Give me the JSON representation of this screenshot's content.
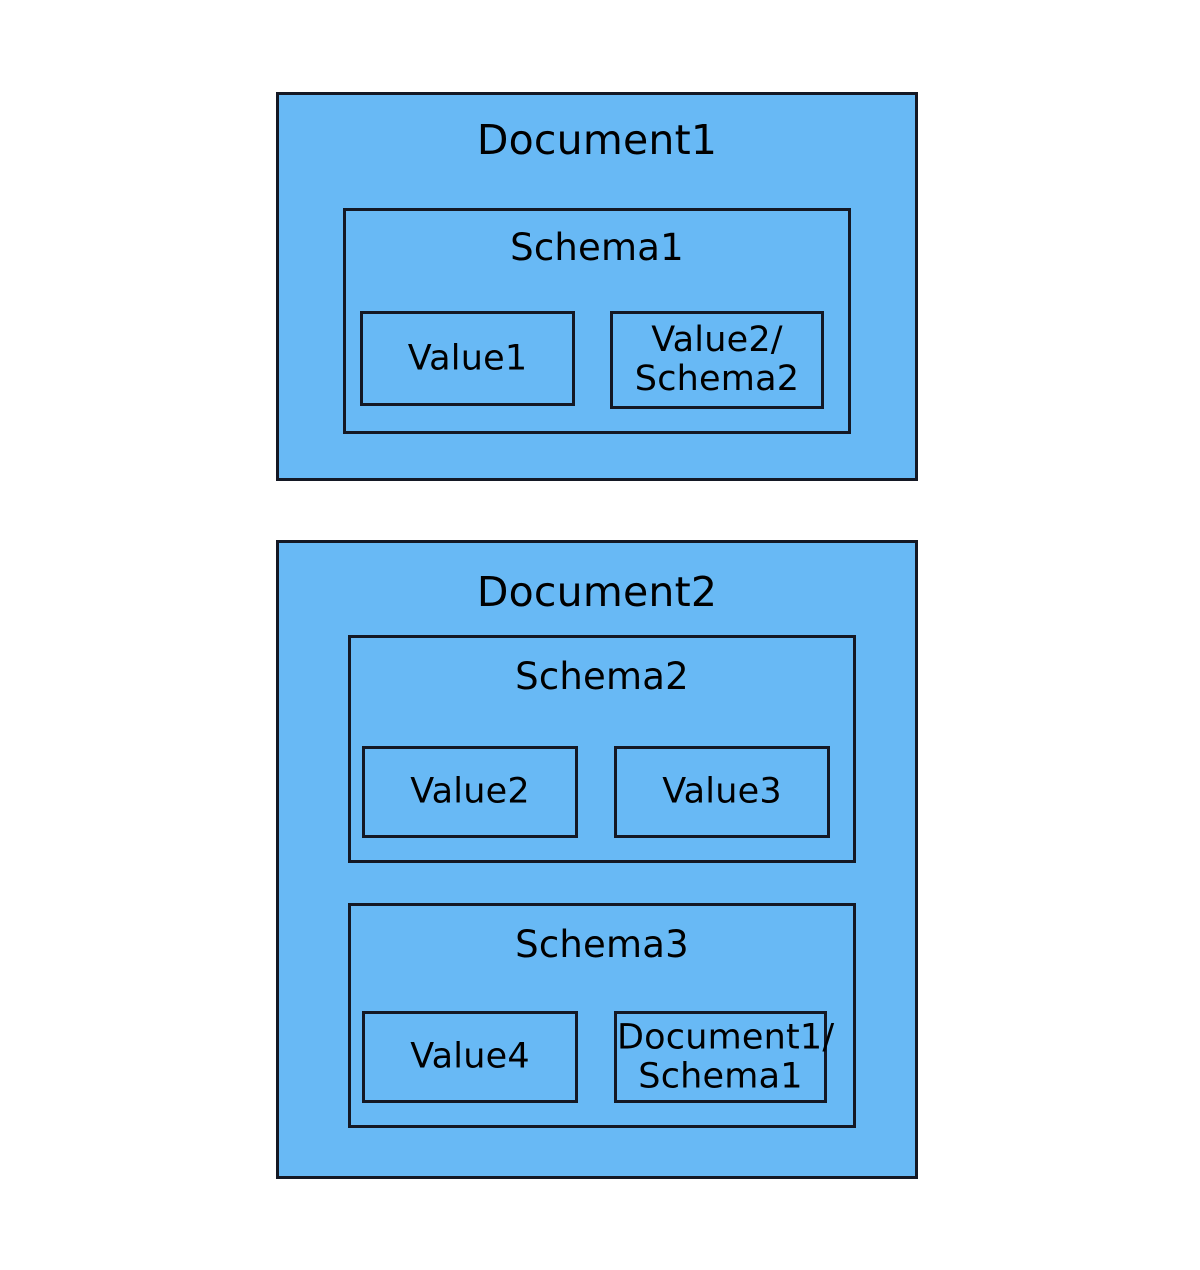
{
  "diagram": {
    "title": "Document and schema nesting diagram",
    "colors": {
      "box_fill": "#68b9f5",
      "box_border": "#141824",
      "page_background": "#ffffff",
      "text": "#000000"
    },
    "documents": [
      {
        "label": "Document1",
        "schemas": [
          {
            "label": "Schema1",
            "values": [
              {
                "label": "Value1"
              },
              {
                "label": "Value2/\nSchema2"
              }
            ]
          }
        ]
      },
      {
        "label": "Document2",
        "schemas": [
          {
            "label": "Schema2",
            "values": [
              {
                "label": "Value2"
              },
              {
                "label": "Value3"
              }
            ]
          },
          {
            "label": "Schema3",
            "values": [
              {
                "label": "Value4"
              },
              {
                "label": "Document1/\nSchema1"
              }
            ]
          }
        ]
      }
    ]
  }
}
